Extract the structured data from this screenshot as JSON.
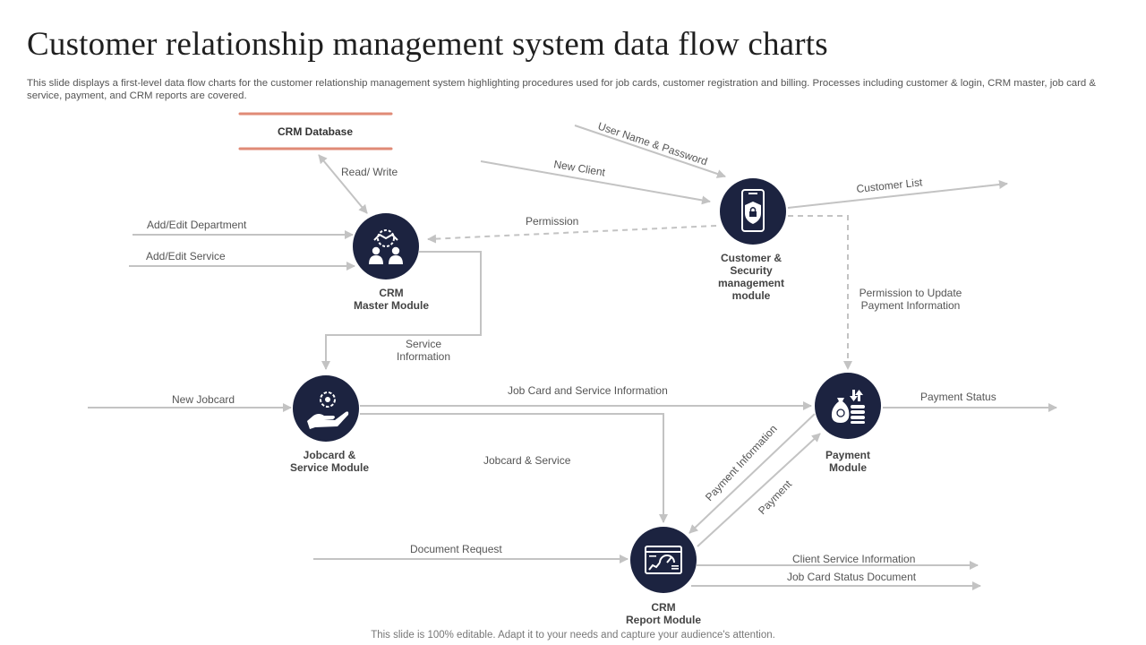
{
  "title": "Customer relationship management system data flow charts",
  "subtitle": "This slide displays a first-level data flow charts for the customer relationship management system highlighting procedures used for job cards, customer registration and billing. Processes including customer & login, CRM master, job card & service, payment, and CRM reports are covered.",
  "footer": "This slide is 100% editable. Adapt it to your needs and capture your audience's attention.",
  "colors": {
    "node": "#1c2340",
    "accent": "#e08a76",
    "line": "#c3c3c3"
  },
  "database": {
    "label": "CRM Database"
  },
  "nodes": {
    "crm_master": {
      "line1": "CRM",
      "line2": "Master Module",
      "icon": "team-handshake-icon"
    },
    "customer_security": {
      "line1": "Customer &",
      "line2": "Security",
      "line3": "management",
      "line4": "module",
      "icon": "mobile-security-icon"
    },
    "jobcard_service": {
      "line1": "Jobcard &",
      "line2": "Service Module",
      "icon": "hand-gear-icon"
    },
    "payment": {
      "line1": "Payment",
      "line2": "Module",
      "icon": "money-bag-icon"
    },
    "crm_report": {
      "line1": "CRM",
      "line2": "Report Module",
      "icon": "dashboard-report-icon"
    }
  },
  "flows": {
    "read_write": "Read/ Write",
    "add_edit_department": "Add/Edit Department",
    "add_edit_service": "Add/Edit Service",
    "user_name_password": "User Name & Password",
    "new_client": "New Client",
    "customer_list": "Customer List",
    "permission": "Permission",
    "permission_update_line1": "Permission to Update",
    "permission_update_line2": "Payment Information",
    "service_info_line1": "Service",
    "service_info_line2": "Information",
    "new_jobcard": "New Jobcard",
    "job_card_service_info": "Job Card and Service Information",
    "payment_status": "Payment Status",
    "jobcard_service": "Jobcard & Service",
    "payment_information": "Payment Information",
    "payment": "Payment",
    "document_request": "Document Request",
    "client_service_info": "Client Service Information",
    "job_card_status_doc": "Job Card  Status Document"
  }
}
